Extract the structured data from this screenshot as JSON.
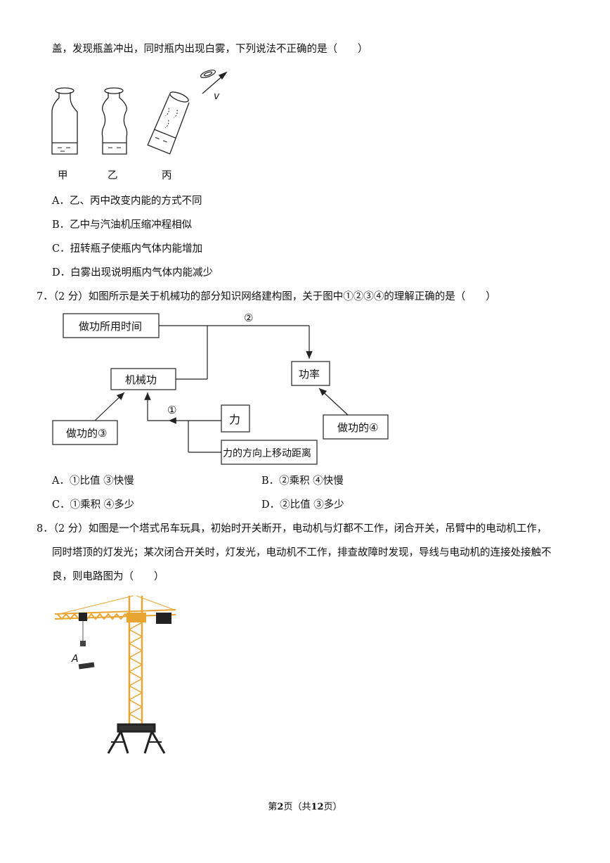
{
  "q6": {
    "stem_tail": "盖，发现瓶盖冲出，同时瓶内出现白雾，下列说法不正确的是（　　）",
    "figure_labels": [
      "甲",
      "乙",
      "丙"
    ],
    "velocity_label": "v",
    "options": [
      "A．乙、丙中改变内能的方式不同",
      "B．乙中与汽油机压缩冲程相似",
      "C．扭转瓶子使瓶内气体内能增加",
      "D．白雾出现说明瓶内气体内能减少"
    ]
  },
  "q7": {
    "stem": "7．（2 分）如图所示是关于机械功的部分知识网络建构图，关于图中①②③④的理解正确的是（　　）",
    "diagram": {
      "time_box": "做功所用时间",
      "work_box": "机械功",
      "power_box": "功率",
      "force_box": "力",
      "distance_box": "力的方向上移动距离",
      "work3_box": "做功的③",
      "work4_box": "做功的④",
      "label1": "①",
      "label2": "②"
    },
    "options": [
      "A．①比值 ③快慢",
      "B．②乘积 ④快慢",
      "C．①乘积 ④多少",
      "D．②比值 ③多少"
    ]
  },
  "q8": {
    "stem_line1": "8．（2 分）如图是一个塔式吊车玩具，初始时开关断开，电动机与灯都不工作，闭合开关，吊臂中的电动机工作，",
    "stem_line2": "同时塔顶的灯发光；某次闭合开关时，灯发光，电动机不工作，排查故障时发现，导线与电动机的连接处接触不",
    "stem_line3": "良，则电路图为（　　）",
    "crane_label": "A"
  },
  "footer": {
    "prefix": "第",
    "page": "2",
    "mid": "页（共",
    "total": "12",
    "suffix": "页）"
  },
  "colors": {
    "crane_yellow": "#e8a531",
    "crane_dark": "#222222"
  }
}
